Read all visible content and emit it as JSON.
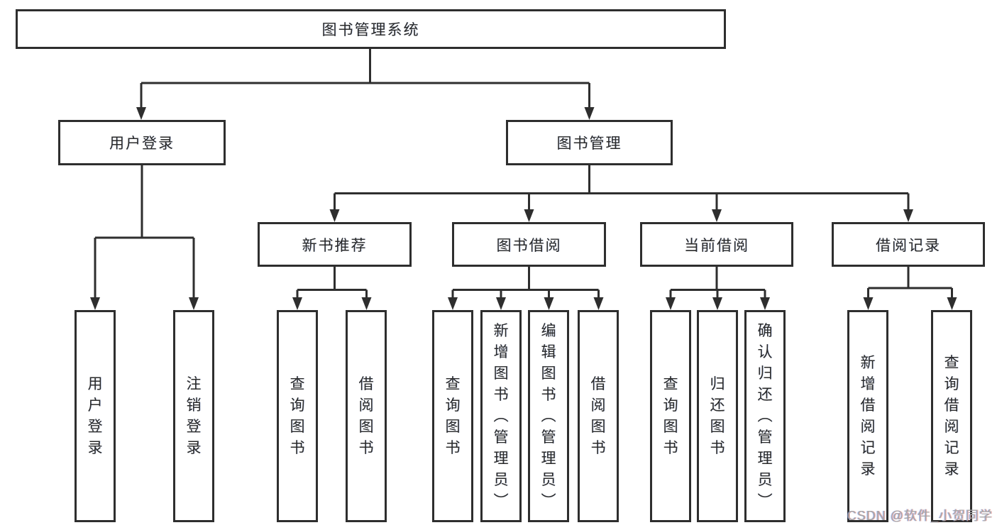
{
  "tree": {
    "label": "图书管理系统",
    "children": [
      {
        "label": "用户登录",
        "children": [
          {
            "label": "用户登录"
          },
          {
            "label": "注销登录"
          }
        ]
      },
      {
        "label": "图书管理",
        "children": [
          {
            "label": "新书推荐",
            "children": [
              {
                "label": "查询图书"
              },
              {
                "label": "借阅图书"
              }
            ]
          },
          {
            "label": "图书借阅",
            "children": [
              {
                "label": "查询图书"
              },
              {
                "label": "新增图书（管理员）"
              },
              {
                "label": "编辑图书（管理员）"
              },
              {
                "label": "借阅图书"
              }
            ]
          },
          {
            "label": "当前借阅",
            "children": [
              {
                "label": "查询图书"
              },
              {
                "label": "归还图书"
              },
              {
                "label": "确认归还（管理员）"
              }
            ]
          },
          {
            "label": "借阅记录",
            "children": [
              {
                "label": "新增借阅记录"
              },
              {
                "label": "查询借阅记录"
              }
            ]
          }
        ]
      }
    ]
  },
  "watermark": {
    "text": "CSDN @软件_小贺同学"
  },
  "colors": {
    "line": "#2e2e2e",
    "box_border": "#2e2e2e",
    "text": "#2a2a2a",
    "watermark": "#a6a6a6",
    "background": "#ffffff"
  }
}
